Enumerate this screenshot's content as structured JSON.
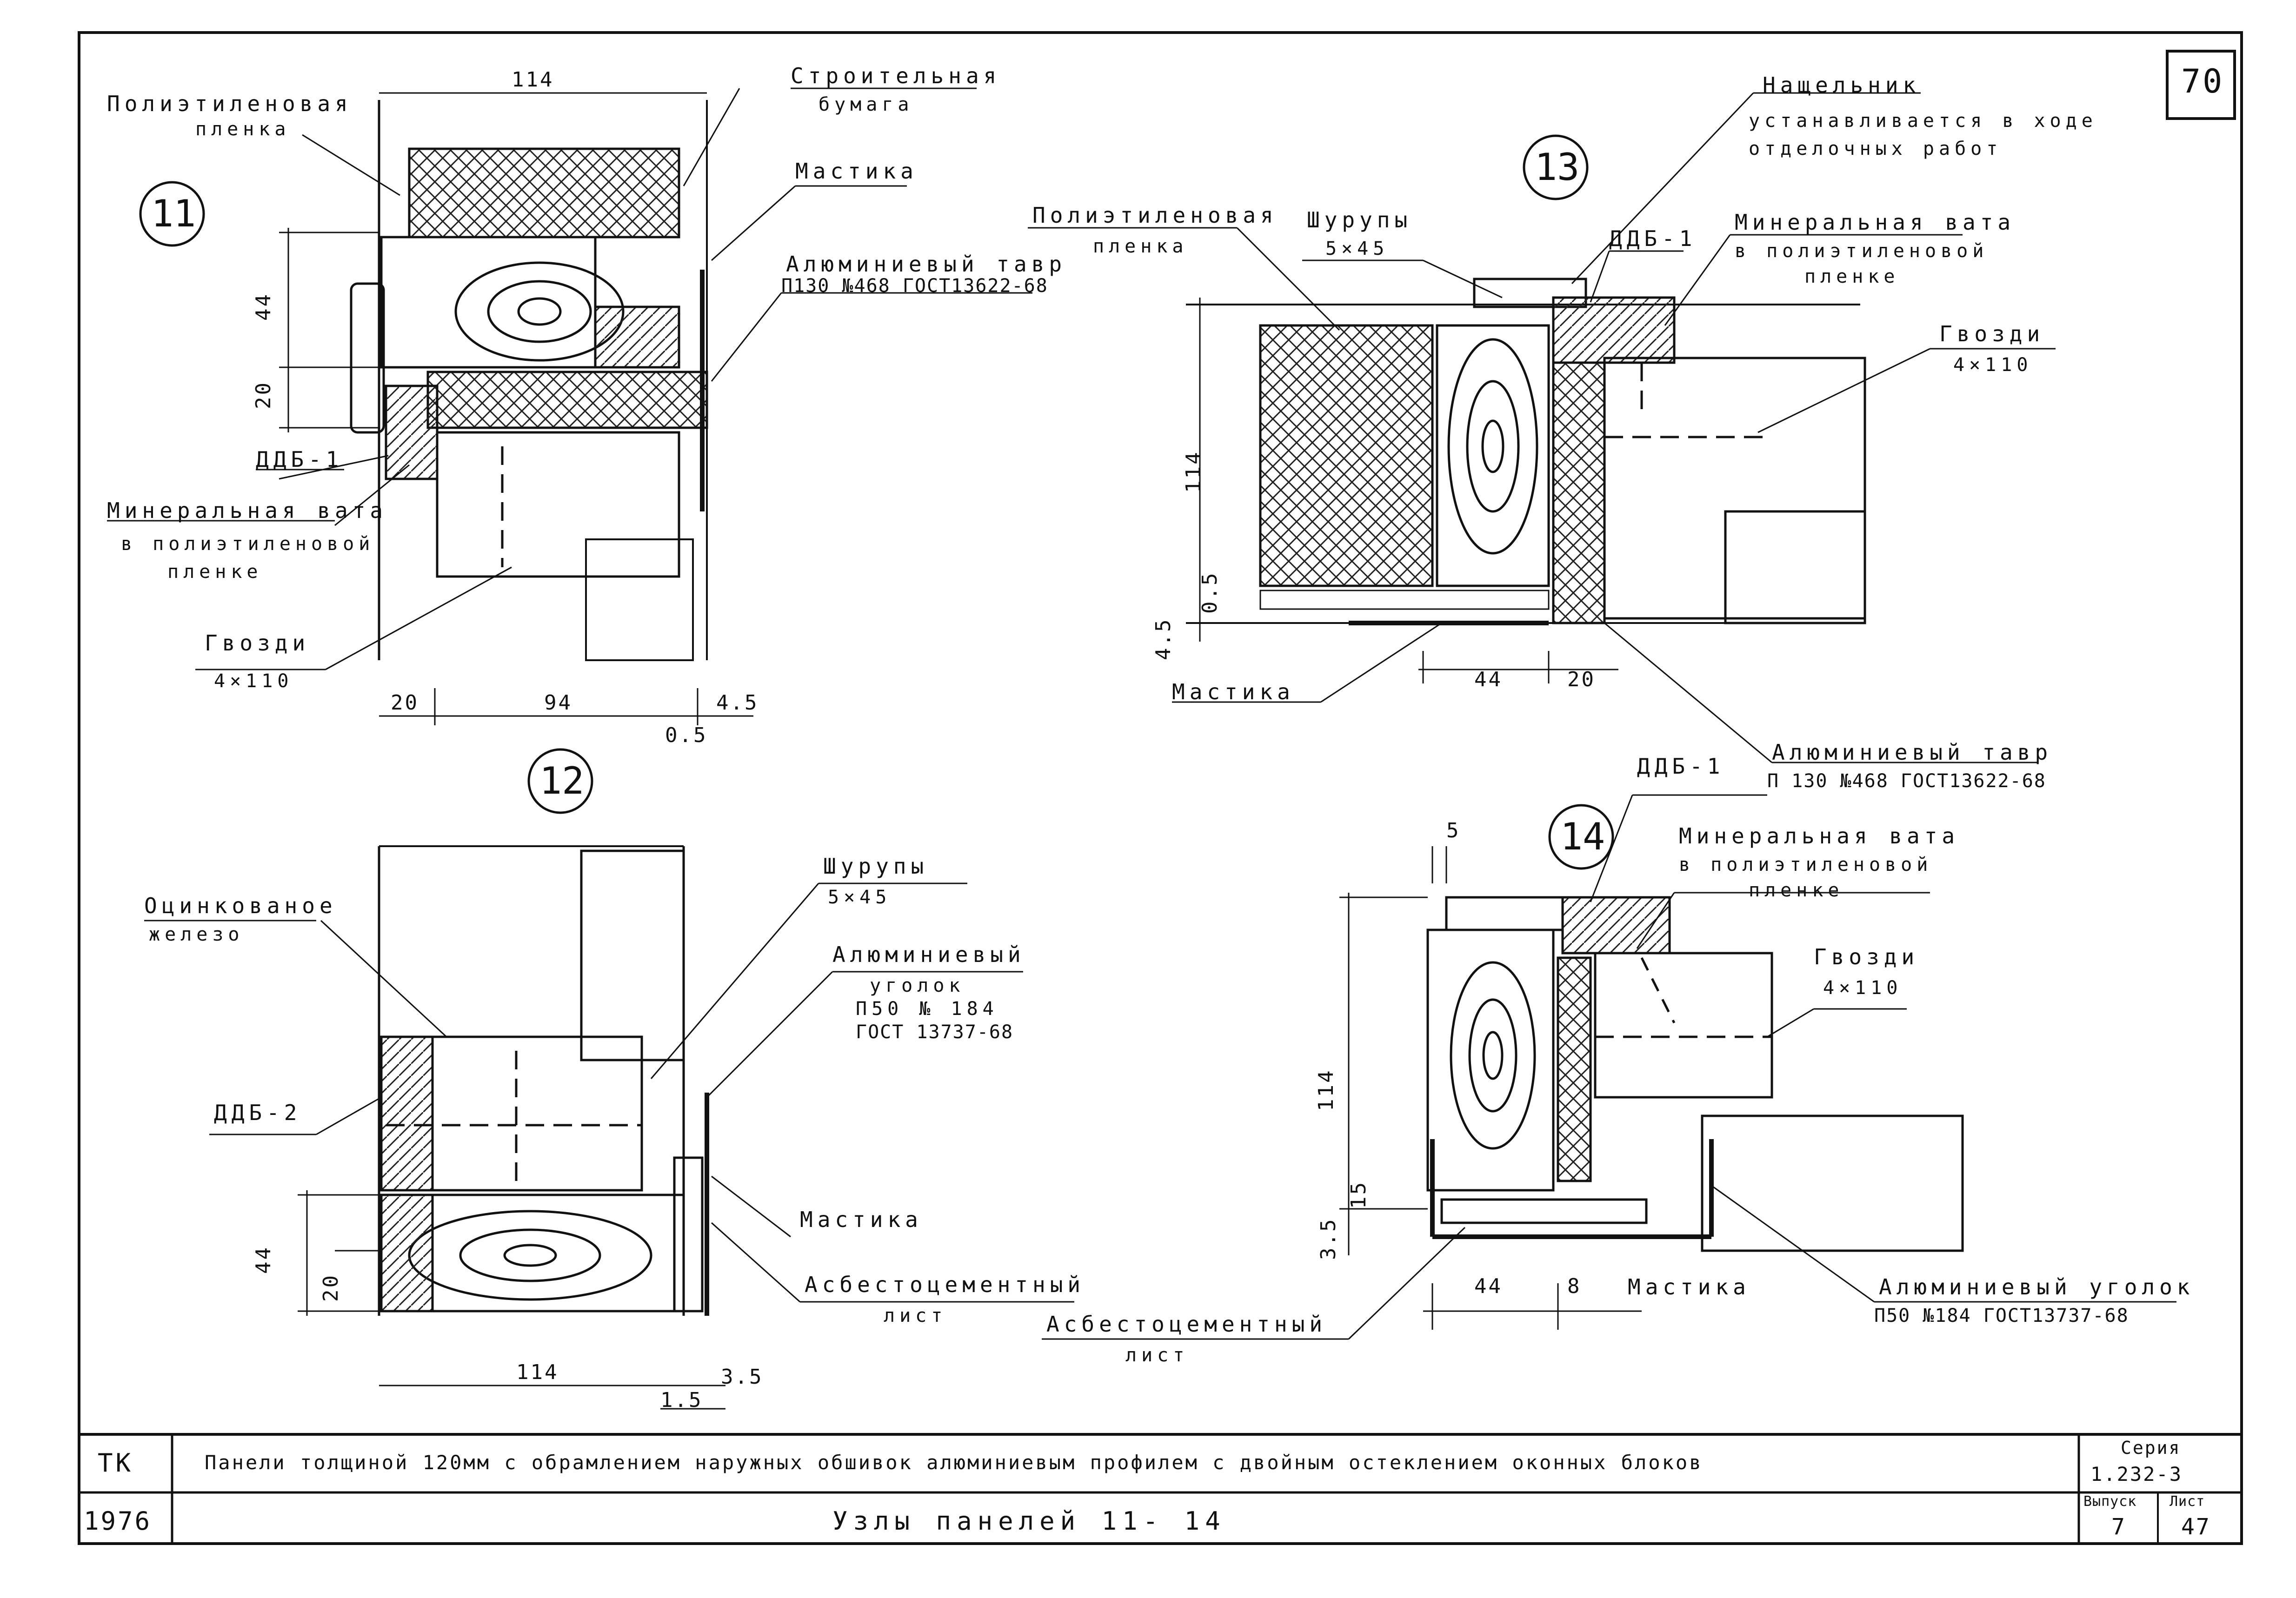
{
  "sheet_number": "70",
  "titleblock": {
    "org": "ТК",
    "year": "1976",
    "title": "Панели толщиной 120мм с обрамлением наружных обшивок алюминиевым профилем с двойным остеклением оконных блоков",
    "subtitle": "Узлы панелей 11- 14",
    "series_label": "Серия",
    "series_value": "1.232-3",
    "issue_label": "Выпуск",
    "issue_value": "7",
    "sheet_label": "Лист",
    "sheet_value": "47"
  },
  "node11": {
    "number": "11",
    "film_1": "Полиэтиленовая",
    "film_2": "пленка",
    "paper_1": "Строительная",
    "paper_2": "бумага",
    "mastic": "Мастика",
    "tee_1": "Алюминиевый тавр",
    "tee_2": "П130 №468 ГОСТ13622-68",
    "ddb": "ДДБ-1",
    "wool_1": "Минеральная вата",
    "wool_2": "в полиэтиленовой",
    "wool_3": "пленке",
    "nails_1": "Гвозди",
    "nails_2": "4×110",
    "dim_top": "114",
    "dim_44": "44",
    "dim_20": "20",
    "dim_b20": "20",
    "dim_b94": "94",
    "dim_b45": "4.5",
    "dim_b05": "0.5"
  },
  "node12": {
    "number": "12",
    "zinc_1": "Оцинкованое",
    "zinc_2": "железо",
    "screws_1": "Шурупы",
    "screws_2": "5×45",
    "angle_1": "Алюминиевый",
    "angle_2": "уголок",
    "angle_3": "П50 № 184",
    "angle_4": "ГОСТ 13737-68",
    "ddb": "ДДБ-2",
    "mastic": "Мастика",
    "sheet_1": "Асбестоцементный",
    "sheet_2": "лист",
    "dim_44": "44",
    "dim_20": "20",
    "dim_114": "114",
    "dim_35": "3.5",
    "dim_15": "1.5"
  },
  "node13": {
    "number": "13",
    "batten_1": "Нащельник",
    "batten_2": "устанавливается в ходе",
    "batten_3": "отделочных работ",
    "film_1": "Полиэтиленовая",
    "film_2": "пленка",
    "screws_1": "Шурупы",
    "screws_2": "5×45",
    "ddb": "ДДБ-1",
    "wool_1": "Минеральная вата",
    "wool_2": "в полиэтиленовой",
    "wool_3": "пленке",
    "nails_1": "Гвозди",
    "nails_2": "4×110",
    "mastic": "Мастика",
    "tee_1": "Алюминиевый тавр",
    "tee_2": "П 130 №468 ГОСТ13622-68",
    "dim_114": "114",
    "dim_05": "0.5",
    "dim_45": "4.5",
    "dim_44": "44",
    "dim_20": "20"
  },
  "node14": {
    "number": "14",
    "ddb": "ДДБ-1",
    "dim_5": "5",
    "wool_1": "Минеральная вата",
    "wool_2": "в полиэтиленовой",
    "wool_3": "пленке",
    "nails_1": "Гвозди",
    "nails_2": "4×110",
    "dim_114": "114",
    "dim_15": "15",
    "dim_35": "3.5",
    "dim_44": "44",
    "dim_8": "8",
    "mastic": "Мастика",
    "sheet_1": "Асбестоцементный",
    "sheet_2": "лист",
    "angle_1": "Алюминиевый уголок",
    "angle_2": "П50 №184 ГОСТ13737-68"
  }
}
